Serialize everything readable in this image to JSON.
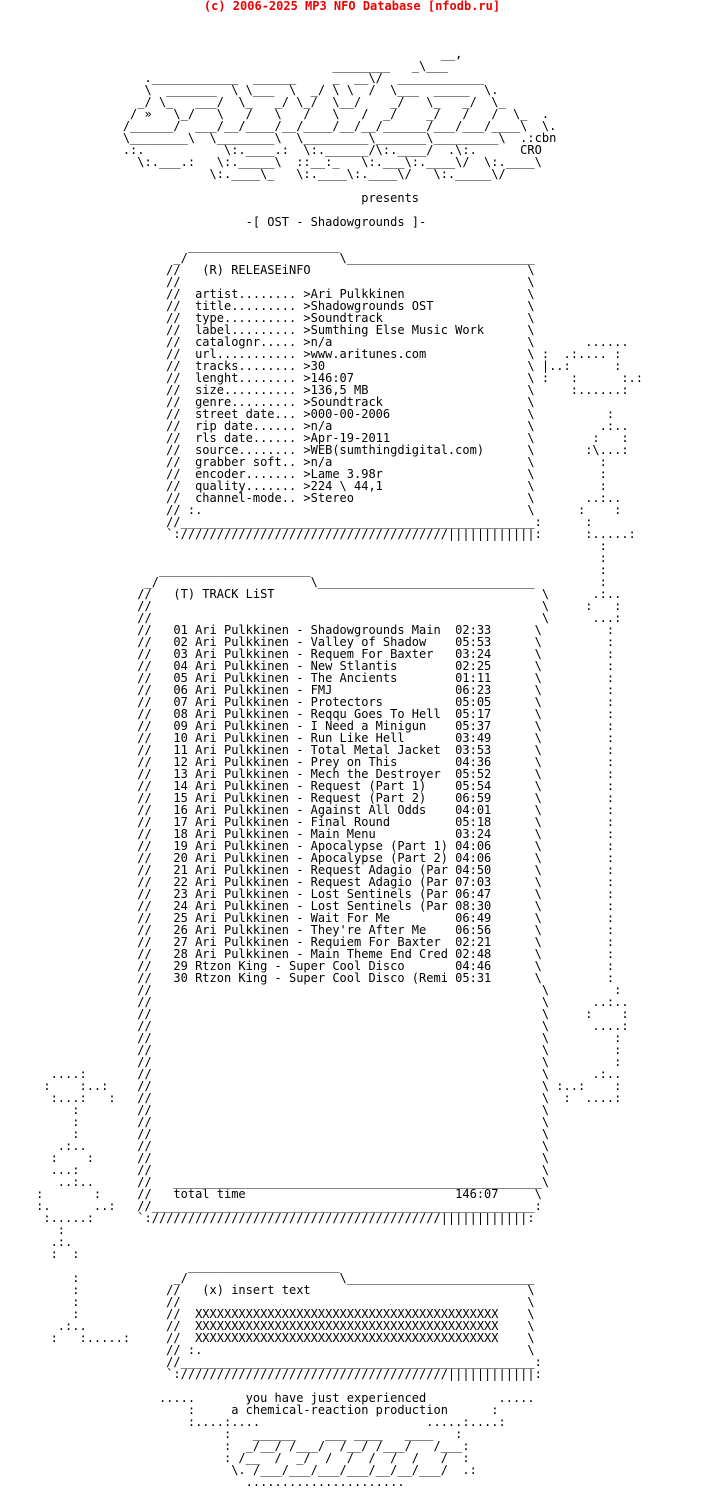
{
  "header": "(c) 2006-2025 MP3 NFO Database [nfodb.ru]",
  "nfo_lines": [
    "",
    "",
    "",
    "                                                             __,",
    "                                              ________   _\\___",
    "                    .____________  ______     _  __\\/  ____________",
    "                    \\  _______  \\ \\___  \\  _/ \\ \\  /  \\___  _____  \\.",
    "                   _/ \\_   ___/  \\_   _/ \\_/  \\__/    _/   \\_   _/  \\_",
    "                  / »   \\_/   \\   /   \\   /   \\   /  _/    _/   /   /  \\_  .",
    "                 /______/  ___/__/____/__/____/__/__/______/___/___/____\\  \\.",
    "                 \\________\\  \\________\\  \\_________\\_______\\_________\\  .:cbn",
    "                 .:.           \\:.____.:  \\:.______/\\:.____/  .\\:.      CRO",
    "                   \\:.___.:   \\:._____\\  ::__:_   \\:.___\\:.____\\/  \\:.____\\",
    "                             \\:.____\\_   \\:.____\\:.____\\/   \\:._____\\/",
    "",
    "                                                  presents",
    "",
    "                                  -[ OST - Shadowgrounds ]-",
    "",
    "                          _____________________",
    "                        _/                     \\__________________________",
    "                       //   (R) RELEASEiNFO                              \\",
    "                       //                                                \\",
    "                       //  artist........ >Ari Pulkkinen                 \\",
    "                       //  title......... >Shadowgrounds OST             \\",
    "                       //  type.......... >Soundtrack                    \\",
    "                       //  label......... >Sumthing Else Music Work      \\",
    "                       //  catalognr..... >n/a                           \\       ......",
    "                       //  url........... >www.aritunes.com              \\ :  .:.... :",
    "                       //  tracks........ >30                            \\ |..:      :",
    "                       //  lenght........ >146:07                        \\ :   :      :.:",
    "                       //  size.......... >136,5 MB                      \\     :......:",
    "                       //  genre......... >Soundtrack                    \\",
    "                       //  street date... >000-00-2006                   \\          :",
    "                       //  rip date...... >n/a                           \\         .:..",
    "                       //  rls date...... >Apr-19-2011                   \\        :   :",
    "                       //  source........ >WEB(sumthingdigital.com)      \\       :\\...:",
    "                       //  grabber soft.. >n/a                           \\         :",
    "                       //  encoder....... >Lame 3.98r                    \\         :",
    "                       //  quality....... >224 \\ 44,1                    \\         :",
    "                       //  channel-mode.. >Stereo                        \\       ..:..",
    "                       // :.                                             \\      :    :",
    "                       //_________________________________________________:      :",
    "                       `://///////////////////////////////////||||||||||||:      :.....:",
    "                                                                                   :",
    "                                                                                   :",
    "                      _____________________                                        :",
    "                    _/                     \\______________________________         :",
    "                   //   (T) TRACK LiST                                     \\      .:..",
    "                   //                                                      \\     :   :",
    "                   //                                                      \\      ...:",
    "                   //   01 Ari Pulkkinen - Shadowgrounds Main  02:33      \\         :",
    "                   //   02 Ari Pulkkinen - Valley of Shadow    05:53      \\         :",
    "                   //   03 Ari Pulkkinen - Requem For Baxter   03:24      \\         :",
    "                   //   04 Ari Pulkkinen - New Stlantis        02:25      \\         :",
    "                   //   05 Ari Pulkkinen - The Ancients        01:11      \\         :",
    "                   //   06 Ari Pulkkinen - FMJ                 06:23      \\         :",
    "                   //   07 Ari Pulkkinen - Protectors          05:05      \\         :",
    "                   //   08 Ari Pulkkinen - Reqqu Goes To Hell  05:17      \\         :",
    "                   //   09 Ari Pulkkinen - I Need a Minigun    05:37      \\         :",
    "                   //   10 Ari Pulkkinen - Run Like Hell       03:49      \\         :",
    "                   //   11 Ari Pulkkinen - Total Metal Jacket  03:53      \\         :",
    "                   //   12 Ari Pulkkinen - Prey on This        04:36      \\         :",
    "                   //   13 Ari Pulkkinen - Mech the Destroyer  05:52      \\         :",
    "                   //   14 Ari Pulkkinen - Request (Part 1)    05:54      \\         :",
    "                   //   15 Ari Pulkkinen - Request (Part 2)    06:59      \\         :",
    "                   //   16 Ari Pulkkinen - Against All Odds    04:01      \\         :",
    "                   //   17 Ari Pulkkinen - Final Round         05:18      \\         :",
    "                   //   18 Ari Pulkkinen - Main Menu           03:24      \\         :",
    "                   //   19 Ari Pulkkinen - Apocalypse (Part 1) 04:06      \\         :",
    "                   //   20 Ari Pulkkinen - Apocalypse (Part 2) 04:06      \\         :",
    "                   //   21 Ari Pulkkinen - Request Adagio (Par 04:50      \\         :",
    "                   //   22 Ari Pulkkinen - Request Adagio (Par 07:03      \\         :",
    "                   //   23 Ari Pulkkinen - Lost Sentinels (Par 06:47      \\         :",
    "                   //   24 Ari Pulkkinen - Lost Sentinels (Par 08:30      \\         :",
    "                   //   25 Ari Pulkkinen - Wait For Me         06:49      \\         :",
    "                   //   26 Ari Pulkkinen - They're After Me    06:56      \\         :",
    "                   //   27 Ari Pulkkinen - Requiem For Baxter  02:21      \\         :",
    "                   //   28 Ari Pulkkinen - Main Theme End Cred 02:48      \\         :",
    "                   //   29 Rtzon King - Super Cool Disco       04:46      \\         :",
    "                   //   30 Rtzon King - Super Cool Disco (Remi 05:31      \\         :",
    "                   //                                                      \\         :",
    "                   //                                                      \\      ..:..",
    "                   //                                                      \\     :    :",
    "                   //                                                      \\      ....:",
    "                   //                                                      \\         :",
    "                   //                                                      \\         :",
    "                   //                                                      \\         :",
    "       ....:       //                                                      \\      .:..",
    "      :    :..:    //                                                      \\ :..:    :",
    "       :...:   :   //                                                      \\  :  ....:",
    "          :        //                                                      \\",
    "          :        //                                                      \\",
    "          :        //                                                      \\",
    "        .:..       //                                                      \\",
    "       :    :      //                                                      \\",
    "       ...:        //                                                      \\",
    "        ..:..      //   ___________________________________________________\\",
    "     :       :     //   total time                             146:07     \\",
    "     :.      ..:   //_____________________________________________________:",
    "      :.....:      `:////////////////////////////////////////||||||||||||:",
    "        :",
    "       .:.",
    "       :  :",
    "                          _____________________",
    "          :             _/                     \\__________________________",
    "          :            //   (x) insert text                              \\",
    "          :            //                                                \\",
    "          :            //  XXXXXXXXXXXXXXXXXXXXXXXXXXXXXXXXXXXXXXXXXX    \\",
    "        .:..           //  XXXXXXXXXXXXXXXXXXXXXXXXXXXXXXXXXXXXXXXXXX    \\",
    "       :   :.....:     //  XXXXXXXXXXXXXXXXXXXXXXXXXXXXXXXXXXXXXXXXXX    \\",
    "                       // :.                                             \\",
    "                       //_________________________________________________:",
    "                       `://///////////////////////////////////||||||||||||:",
    "",
    "                      .....       you have just experienced          .....",
    "                          :     a chemical-reaction production      :",
    "                          :....:....                       .....:....:",
    "                               :   ______    ___ ____   ____   :",
    "                               :  _/__/ /___/  /__/ /___/   /___:",
    "                               : /__  /  _/  /  /  /  /  /   /  :",
    "                                \\. /___/___/___/___/__/__/___/  .:",
    "                                  ......................",
    ""
  ]
}
